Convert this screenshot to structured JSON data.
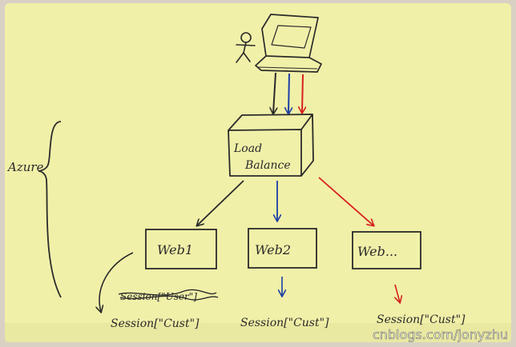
{
  "labels": {
    "azure": "Azure",
    "load_balancer_line1": "Load",
    "load_balancer_line2": "Balance",
    "web1": "Web1",
    "web2": "Web2",
    "web_more": "Web...",
    "session_struck": "Session[\"User\"]",
    "session_web1": "Session[\"Cust\"]",
    "session_web2": "Session[\"Cust\"]",
    "session_web_more": "Session[\"Cust\"]",
    "watermark": "cnblogs.com/jonyzhu"
  },
  "colors": {
    "paper": "#f1f0a9",
    "ink": "#2a2a2a",
    "blue": "#1b3fa6",
    "red": "#d8201f",
    "watermark": "#ffffff"
  },
  "icons": [
    "stick-figure-icon",
    "laptop-icon"
  ]
}
